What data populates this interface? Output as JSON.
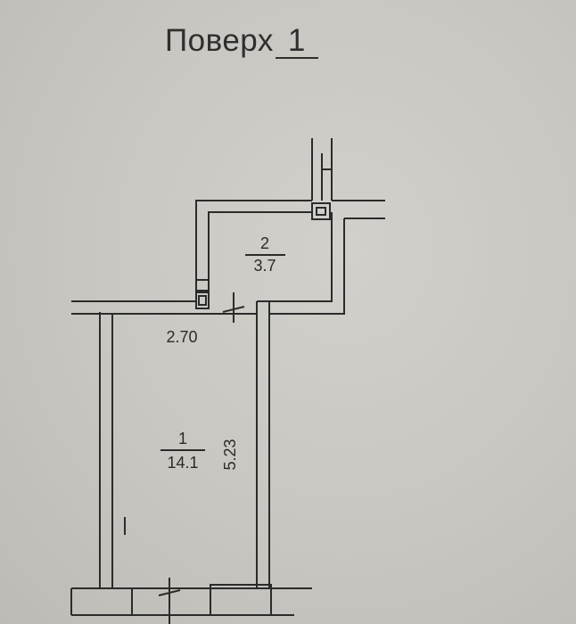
{
  "title": {
    "prefix": "Поверх",
    "floor": "1"
  },
  "rooms": [
    {
      "number": "1",
      "area": "14.1"
    },
    {
      "number": "2",
      "area": "3.7"
    }
  ],
  "dimensions": {
    "width": "2.70",
    "length": "5.23"
  },
  "colors": {
    "paper": "#c9c7c2",
    "ink": "#2b2b2b"
  }
}
